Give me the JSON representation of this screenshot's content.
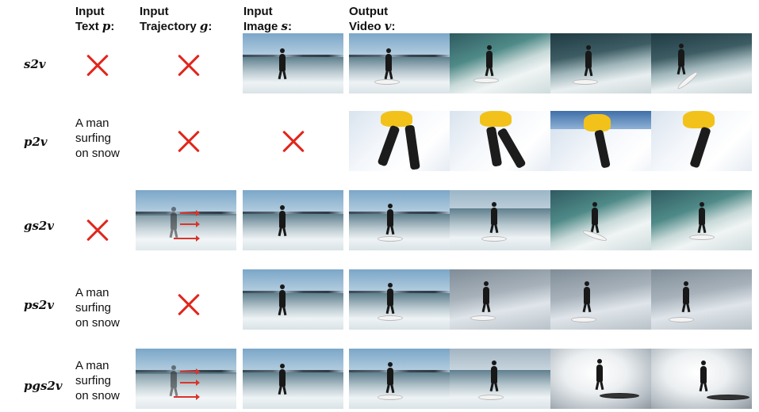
{
  "headers": {
    "text": {
      "line1": "Input",
      "line2": "Text",
      "sym": "p",
      "colon": ":"
    },
    "trajectory": {
      "line1": "Input",
      "line2": "Trajectory",
      "sym": "g",
      "colon": ":"
    },
    "image": {
      "line1": "Input",
      "line2": "Image",
      "sym": "s",
      "colon": ":"
    },
    "video": {
      "line1": "Output",
      "line2": "Video",
      "sym": "v",
      "colon": ":"
    }
  },
  "rows": [
    {
      "label": "s2v",
      "text": null
    },
    {
      "label": "p2v",
      "text": [
        "A man",
        "surfing",
        "on snow"
      ]
    },
    {
      "label": "gs2v",
      "text": null
    },
    {
      "label": "ps2v",
      "text": [
        "A man",
        "surfing",
        "on snow"
      ]
    },
    {
      "label": "pgs2v",
      "text": [
        "A man",
        "surfing",
        "on snow"
      ]
    }
  ],
  "colors": {
    "cross": "#e1261c",
    "trajectory": "#d9352b"
  }
}
